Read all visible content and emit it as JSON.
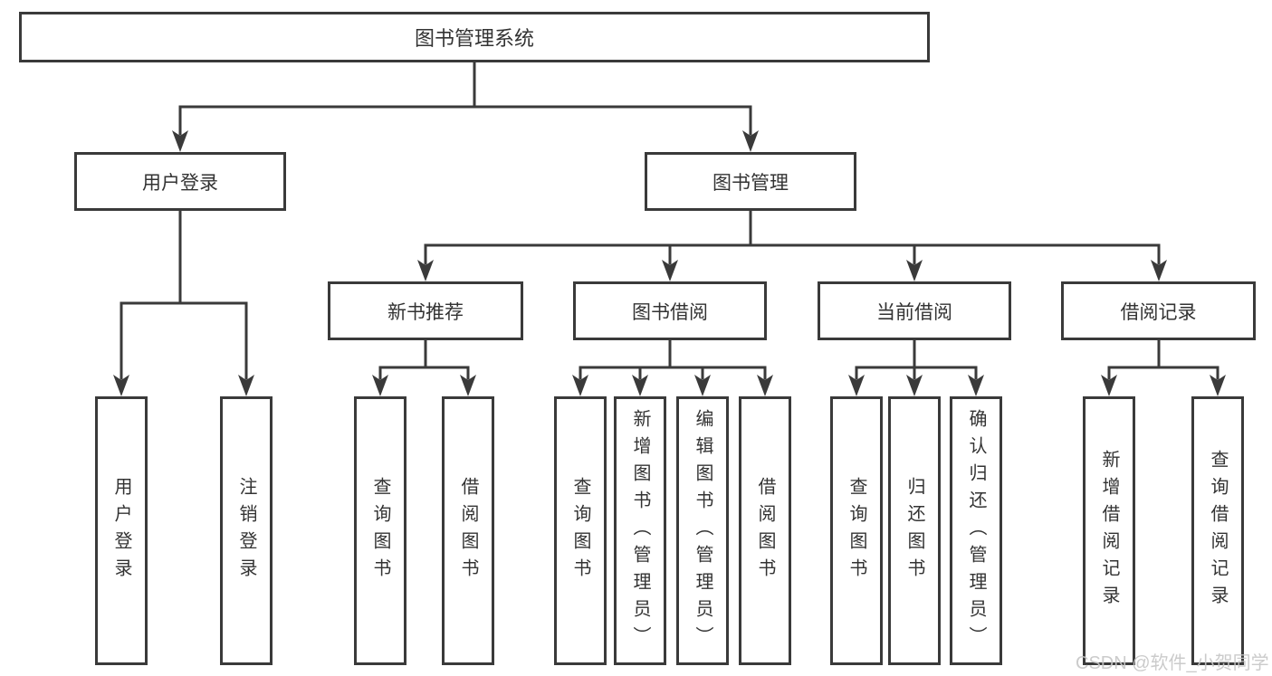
{
  "colors": {
    "line": "#3a3a3a",
    "box_border": "#3a3a3a",
    "box_background": "#ffffff",
    "text": "#333333",
    "watermark": "#c6c6c6"
  },
  "watermark": {
    "text": "CSDN @软件_小贺同学"
  },
  "tree": {
    "root": {
      "label": "图书管理系统"
    },
    "branches": [
      {
        "label": "用户登录",
        "children": [
          {
            "label": "用户登录"
          },
          {
            "label": "注销登录"
          }
        ]
      },
      {
        "label": "图书管理",
        "children": [
          {
            "label": "新书推荐",
            "children": [
              {
                "label": "查询图书"
              },
              {
                "label": "借阅图书"
              }
            ]
          },
          {
            "label": "图书借阅",
            "children": [
              {
                "label": "查询图书"
              },
              {
                "label": "新增图书（管理员）"
              },
              {
                "label": "编辑图书（管理员）"
              },
              {
                "label": "借阅图书"
              }
            ]
          },
          {
            "label": "当前借阅",
            "children": [
              {
                "label": "查询图书"
              },
              {
                "label": "归还图书"
              },
              {
                "label": "确认归还（管理员）"
              }
            ]
          },
          {
            "label": "借阅记录",
            "children": [
              {
                "label": "新增借阅记录"
              },
              {
                "label": "查询借阅记录"
              }
            ]
          }
        ]
      }
    ]
  }
}
